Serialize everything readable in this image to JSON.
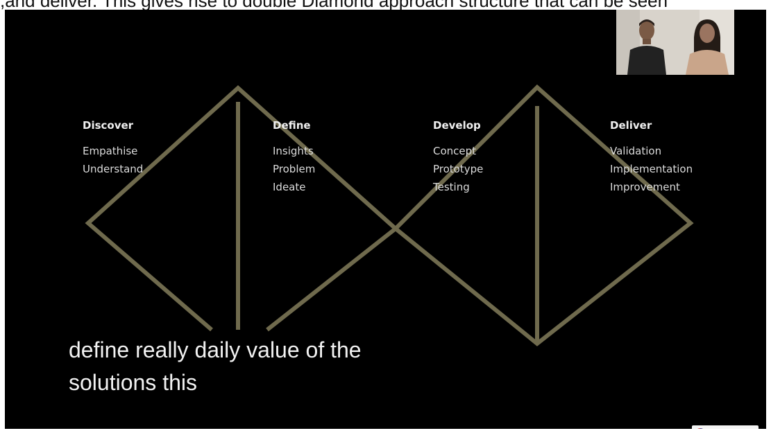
{
  "top_caption": ",and deliver. This gives rise to double Diamond approach structure that can be seen",
  "stages": [
    {
      "title": "Discover",
      "items": [
        "Empathise",
        "Understand"
      ]
    },
    {
      "title": "Define",
      "items": [
        "Insights",
        "Problem",
        "Ideate"
      ]
    },
    {
      "title": "Develop",
      "items": [
        "Concept",
        "Prototype",
        "Testing"
      ]
    },
    {
      "title": "Deliver",
      "items": [
        "Validation",
        "Implementation",
        "Improvement"
      ]
    }
  ],
  "subtitle": {
    "line1": "define really daily value of the",
    "line2": "solutions this"
  },
  "colors": {
    "background": "#000000",
    "diamond_stroke": "#6f6a4d",
    "text": "#e6e6e6"
  },
  "icons": {
    "watermark": "organization-logo-icon",
    "webcam": "webcam-video-icon"
  }
}
